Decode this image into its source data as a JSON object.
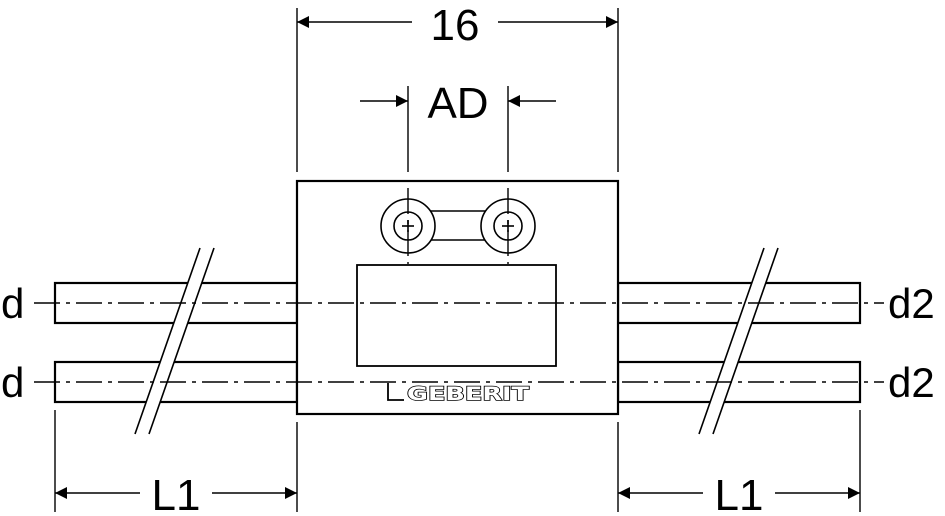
{
  "dimensions": {
    "width_label": "16",
    "spacing_label": "AD",
    "length_left_label": "L1",
    "length_right_label": "L1"
  },
  "pipes": {
    "left_top_label": "d",
    "left_bottom_label": "d",
    "right_top_label": "d2",
    "right_bottom_label": "d2"
  },
  "logo": {
    "brand": "GEBERIT"
  }
}
